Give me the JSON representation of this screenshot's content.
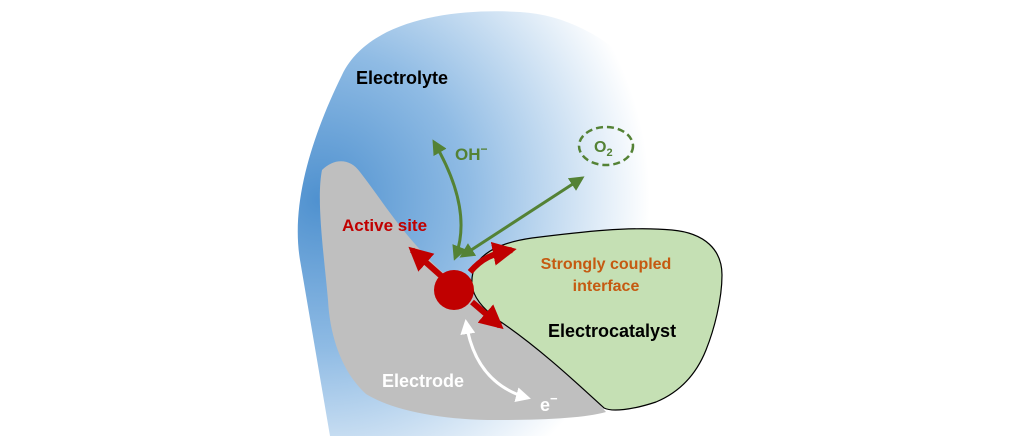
{
  "labels": {
    "electrolyte": "Electrolyte",
    "hydroxide": "OH",
    "hydroxide_charge": "−",
    "oxygen": "O",
    "oxygen_subscript": "2",
    "active_site": "Active site",
    "interface_line1": "Strongly coupled",
    "interface_line2": "interface",
    "electrocatalyst": "Electrocatalyst",
    "electrode": "Electrode",
    "electron": "e",
    "electron_charge": "−"
  },
  "colors": {
    "electrolyte_blue": "#5b9bd5",
    "electrode_gray": "#bfbfbf",
    "electrocatalyst_green": "#c5e0b4",
    "green_arrow": "#548235",
    "red_site": "#c00000",
    "interface_orange": "#c55a11",
    "white_arrow": "#ffffff",
    "outline": "#000000"
  }
}
